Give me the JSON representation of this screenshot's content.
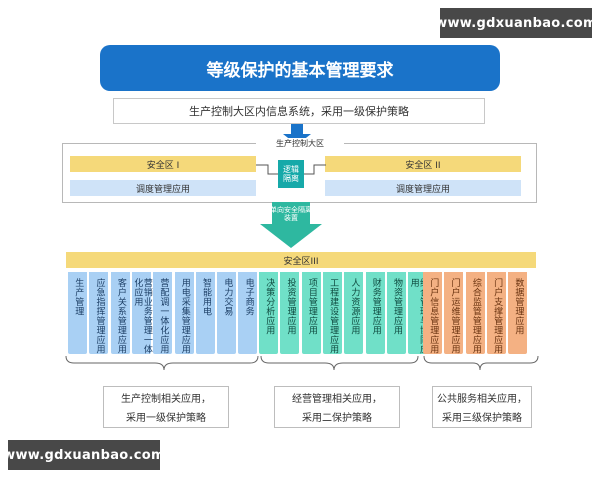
{
  "watermark": "www.gdxuanbao.com",
  "title": "等级保护的基本管理要求",
  "top_policy": "生产控制大区内信息系统，采用一级保护策略",
  "control_zone": {
    "label": "生产控制大区",
    "zone1": "安全区 I",
    "zone1_app": "调度管理应用",
    "zone2": "安全区 II",
    "zone2_app": "调度管理应用",
    "isolation": "逻辑隔离"
  },
  "one_way_isolation": "单向安全隔离装置",
  "zone3": {
    "label": "安全区III",
    "blue_columns": [
      "生产管理",
      "应急指挥管理应用",
      "客户关系管理应用",
      "营销业务管理一体化应用",
      "营配调一体化应用",
      "用电采集管理应用",
      "智能用电",
      "电力交易",
      "电子商务"
    ],
    "green_columns": [
      "决策分析应用",
      "投资管理应用",
      "项目管理应用",
      "工程建设管理应用",
      "人力资源应用",
      "财务管理应用",
      "物资管理应用",
      "综合管理与协同应用"
    ],
    "orange_columns": [
      "门户信息管理应用",
      "门户运维管理应用",
      "综合监管管理应用",
      "门户支撑管理应用",
      "数据管理应用"
    ]
  },
  "summaries": [
    {
      "line1": "生产控制相关应用，",
      "line2": "采用一级保护策略"
    },
    {
      "line1": "经营管理相关应用，",
      "line2": "采用二保护策略"
    },
    {
      "line1": "公共服务相关应用，",
      "line2": "采用三级保护策略"
    }
  ],
  "colors": {
    "title_bg": "#1a73c9",
    "zone_yellow": "#f5d97a",
    "app_blue": "#cfe3f8",
    "isolation_teal": "#16a9a9",
    "column_blue": "#a9d0f4",
    "column_green": "#70e0c8",
    "column_orange": "#f4b183"
  }
}
